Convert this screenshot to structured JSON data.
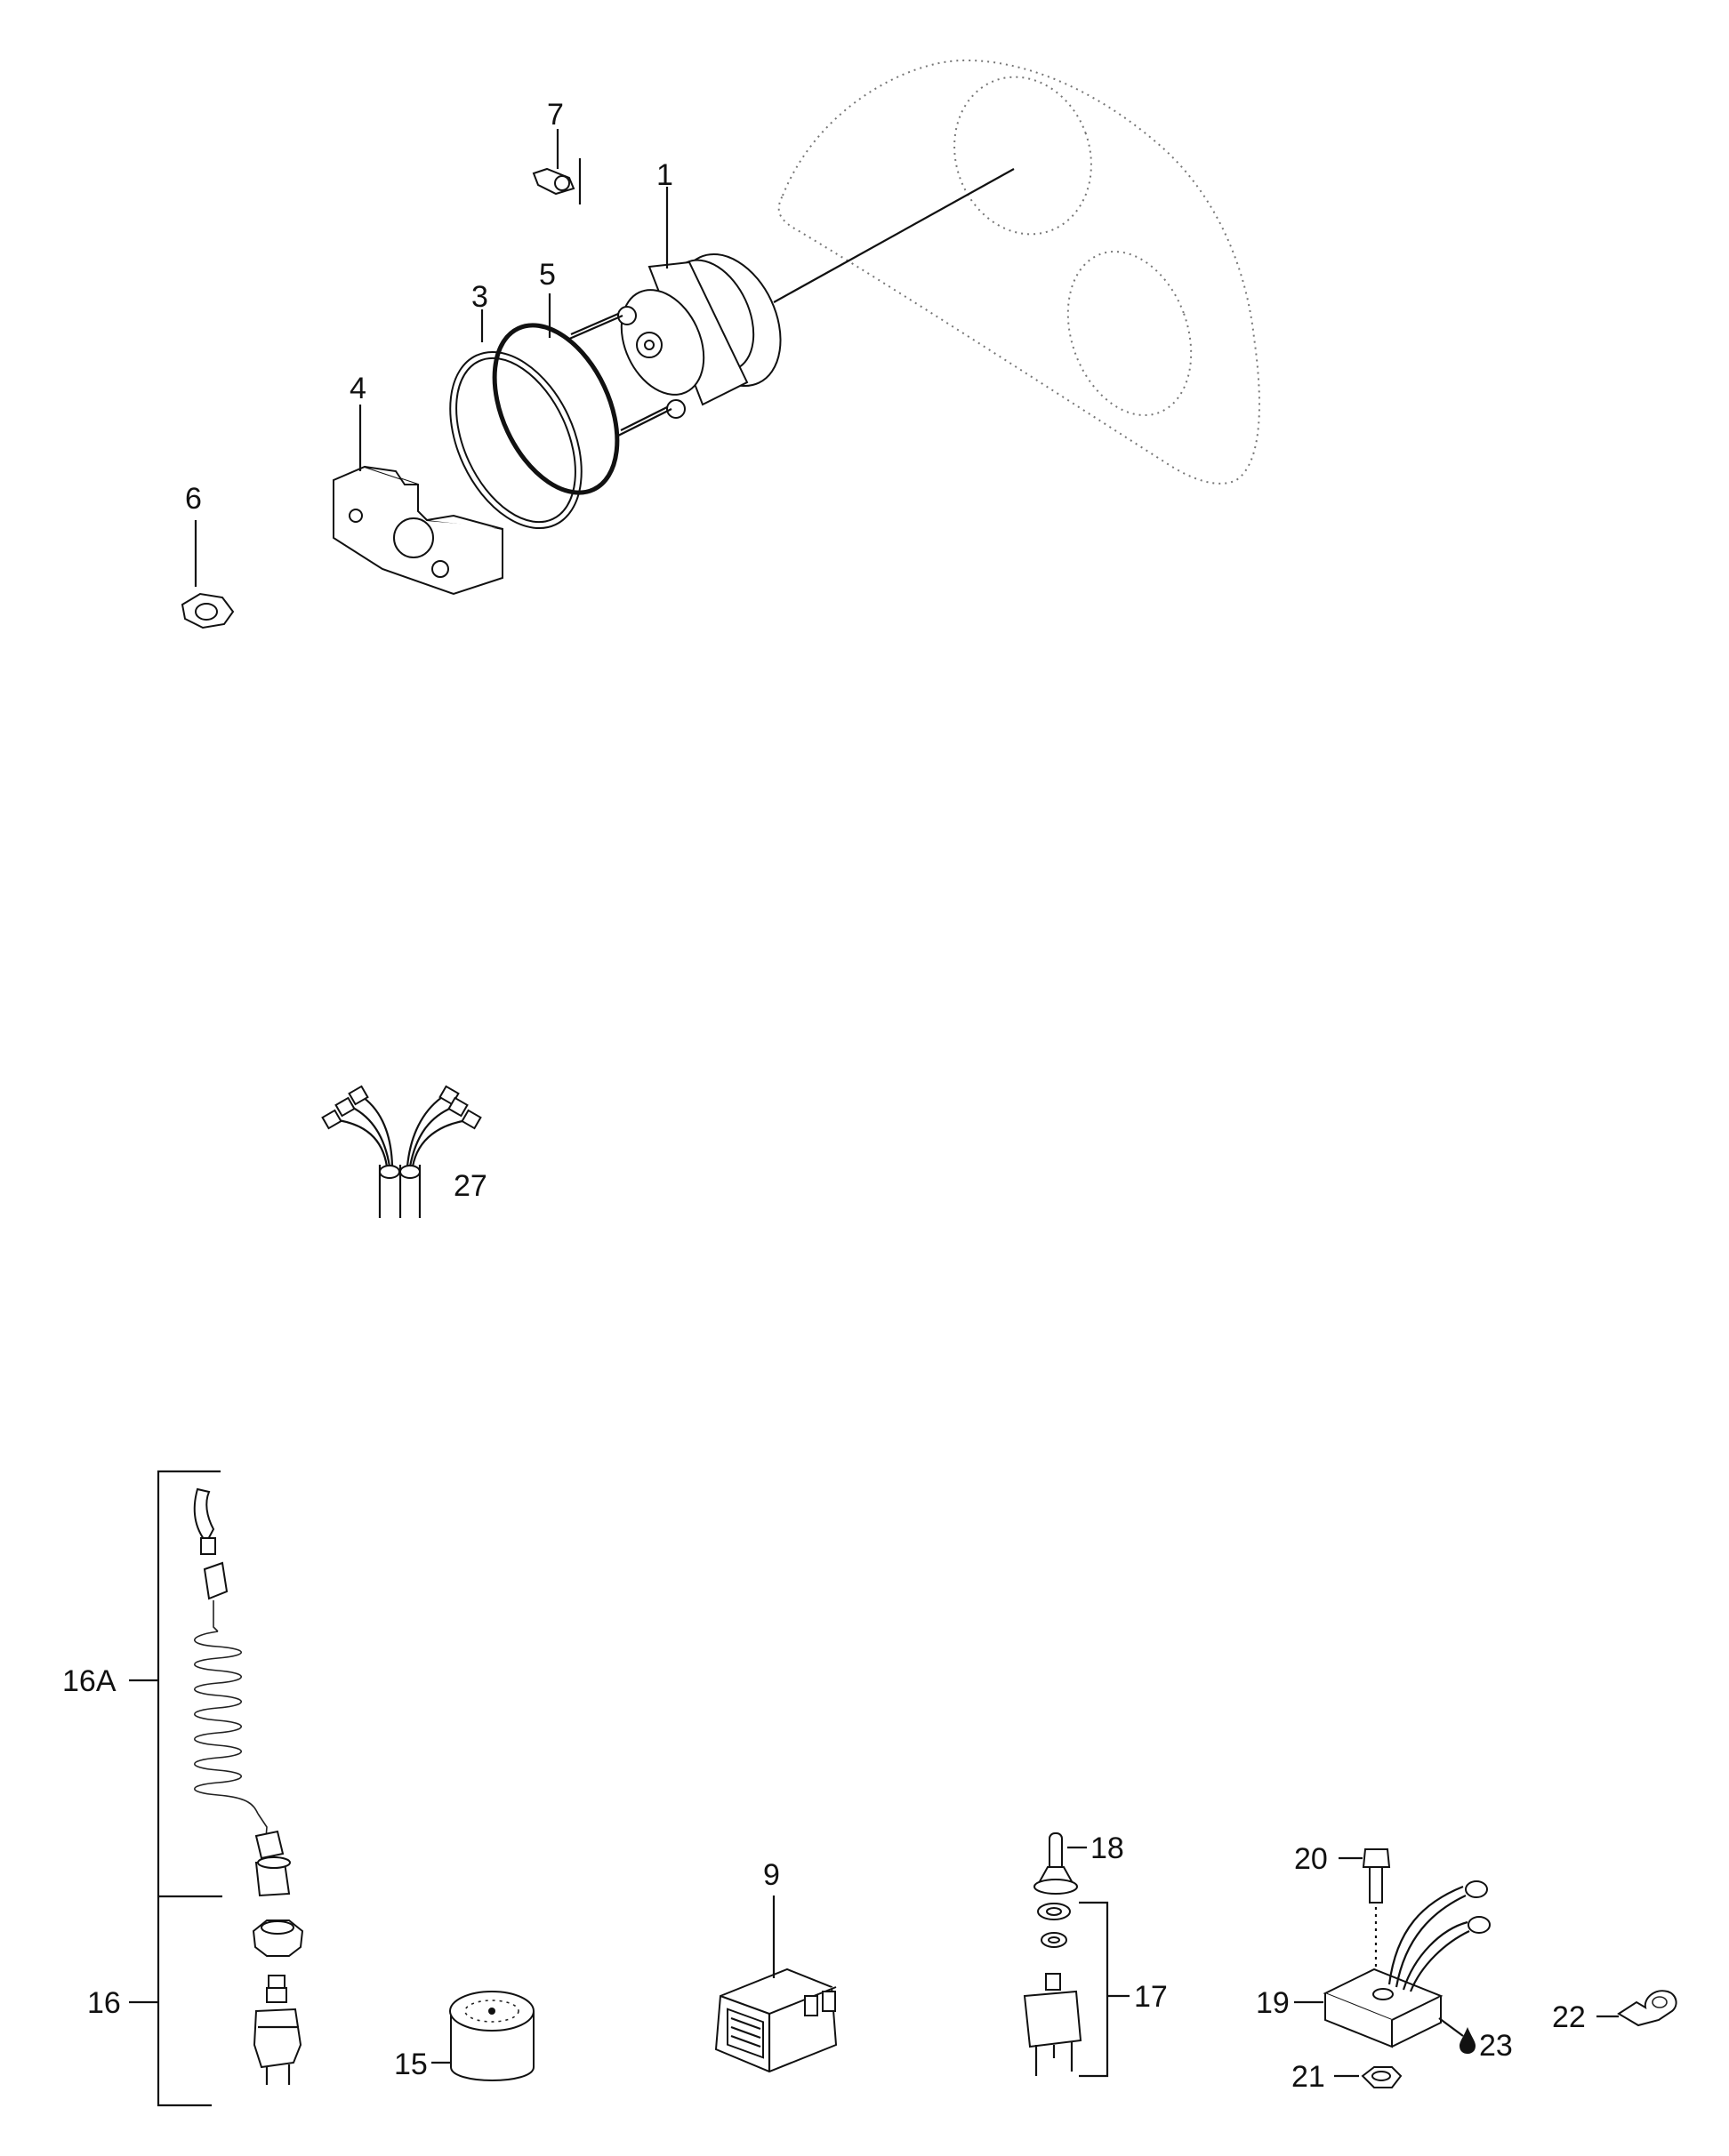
{
  "labels": {
    "p1": "1",
    "p3": "3",
    "p4": "4",
    "p5": "5",
    "p6": "6",
    "p7": "7",
    "p9": "9",
    "p15": "15",
    "p16": "16",
    "p16A": "16A",
    "p17": "17",
    "p18": "18",
    "p19": "19",
    "p20": "20",
    "p21": "21",
    "p22": "22",
    "p23": "23",
    "p27": "27"
  },
  "colors": {
    "line": "#111111",
    "dashed_outline": "#777777",
    "background": "#ffffff"
  }
}
